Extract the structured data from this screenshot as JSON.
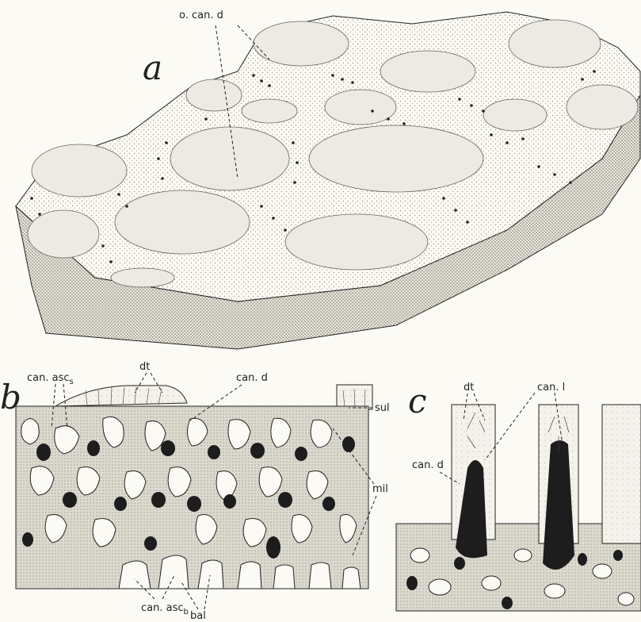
{
  "figure_a": {
    "letter": "a",
    "labels": {
      "o_can_d": "o. can. d"
    }
  },
  "figure_b": {
    "letter": "b",
    "labels": {
      "can_asc_s": "can. asc",
      "can_asc_s_sub": "s",
      "dt": "dt",
      "can_d": "can. d",
      "sul": "sul",
      "mil": "mil",
      "can_asc_b": "can. asc",
      "can_asc_b_sub": "b",
      "bal": "bal"
    }
  },
  "figure_c": {
    "letter": "c",
    "labels": {
      "dt": "dt",
      "can_l": "can. l",
      "can_d": "can. d"
    }
  },
  "colors": {
    "paper": "#fbfaf4",
    "ink": "#222222",
    "stipple": "#c9c6bc",
    "dark_fill": "#1d1d1d"
  }
}
